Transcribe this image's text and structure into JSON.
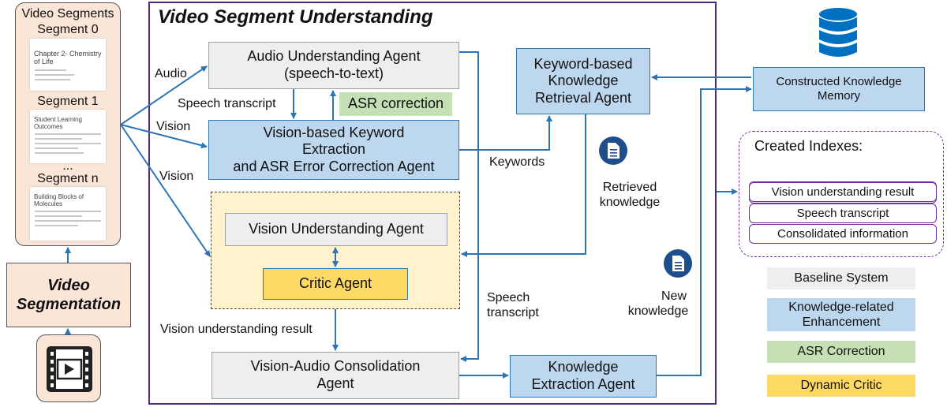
{
  "colors": {
    "baseline": "#eeeeee",
    "knowledge": "#bdd7ee",
    "asr": "#c5e0b4",
    "critic": "#ffd966",
    "arrow": "#2e75b6",
    "frame": "#4b2c7f",
    "segments_panel": "#fbe5d6"
  },
  "segments_panel": {
    "title": "Video Segments",
    "segment0": "Segment 0",
    "segment1": "Segment 1",
    "ellipsis": "...",
    "segmentn": "Segment n",
    "slide0_title": "Chapter 2- Chemistry of Life",
    "slide1_title": "Student Learning Outcomes",
    "slide2_title": "Building Blocks of Molecules"
  },
  "segmentation": {
    "line1": "Video",
    "line2": "Segmentation"
  },
  "video_icon": "film-play-icon",
  "main": {
    "title": "Video Segment Understanding",
    "audio_agent": {
      "line1": "Audio Understanding Agent",
      "line2": "(speech-to-text)"
    },
    "vision_keyword_agent": {
      "line1": "Vision-based Keyword",
      "line2": "Extraction",
      "line3": "and ASR Error Correction Agent"
    },
    "asr_correction": "ASR correction",
    "keyword_retrieval_agent": {
      "line1": "Keyword-based",
      "line2": "Knowledge",
      "line3": "Retrieval Agent"
    },
    "vision_understanding_agent": "Vision Understanding Agent",
    "critic_agent": "Critic Agent",
    "consolidation_agent": {
      "line1": "Vision-Audio Consolidation",
      "line2": "Agent"
    },
    "knowledge_extraction_agent": {
      "line1": "Knowledge",
      "line2": "Extraction Agent"
    },
    "labels": {
      "audio": "Audio",
      "vision1": "Vision",
      "vision2": "Vision",
      "speech_transcript": "Speech transcript",
      "keywords": "Keywords",
      "retrieved_knowledge_1": "Retrieved",
      "retrieved_knowledge_2": "knowledge",
      "new_knowledge_1": "New",
      "new_knowledge_2": "knowledge",
      "speech_transcript2_1": "Speech",
      "speech_transcript2_2": "transcript",
      "vision_result": "Vision understanding result"
    }
  },
  "memory": {
    "icon": "database-icon",
    "line1": "Constructed Knowledge",
    "line2": "Memory"
  },
  "indexes": {
    "title": "Created Indexes:",
    "items": [
      "Vision understanding result",
      "Speech transcript",
      "Consolidated information"
    ]
  },
  "legend": {
    "baseline": "Baseline System",
    "knowledge_1": "Knowledge-related",
    "knowledge_2": "Enhancement",
    "asr": "ASR Correction",
    "critic": "Dynamic Critic"
  },
  "doc_icon": "document-icon"
}
